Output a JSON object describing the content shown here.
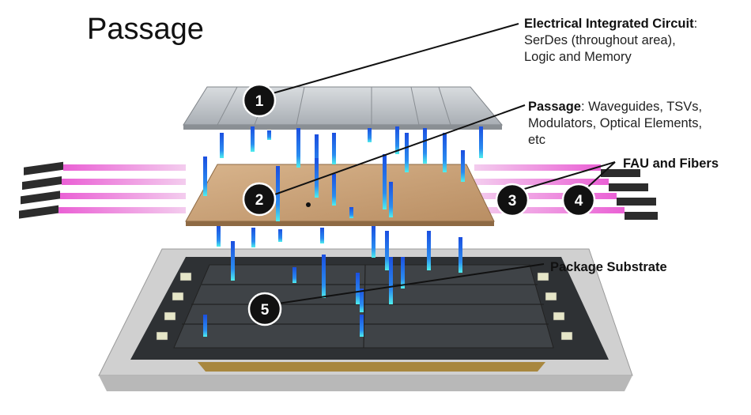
{
  "title": "Passage",
  "labels": {
    "eic": {
      "heading": "Electrical Integrated Circuit",
      "line1": "SerDes (throughout area),",
      "line2": "Logic and Memory"
    },
    "passage": {
      "heading": "Passage",
      "line1": "Waveguides, TSVs,",
      "line2": "Modulators, Optical Elements,",
      "line3": "etc"
    },
    "fau": "FAU and Fibers",
    "substrate": "Package Substrate"
  },
  "callouts": [
    "1",
    "2",
    "3",
    "4",
    "5"
  ],
  "colors": {
    "chip": "#b7bcc2",
    "interposer": "#c8a27a",
    "substrate": "#3a3d40",
    "frame": "#d3d3d3",
    "tsv_blue": "#1b4fe0",
    "tsv_cyan": "#3fe6ee",
    "fiber_pink": "#e84fd0",
    "callout_fill": "#111111"
  }
}
